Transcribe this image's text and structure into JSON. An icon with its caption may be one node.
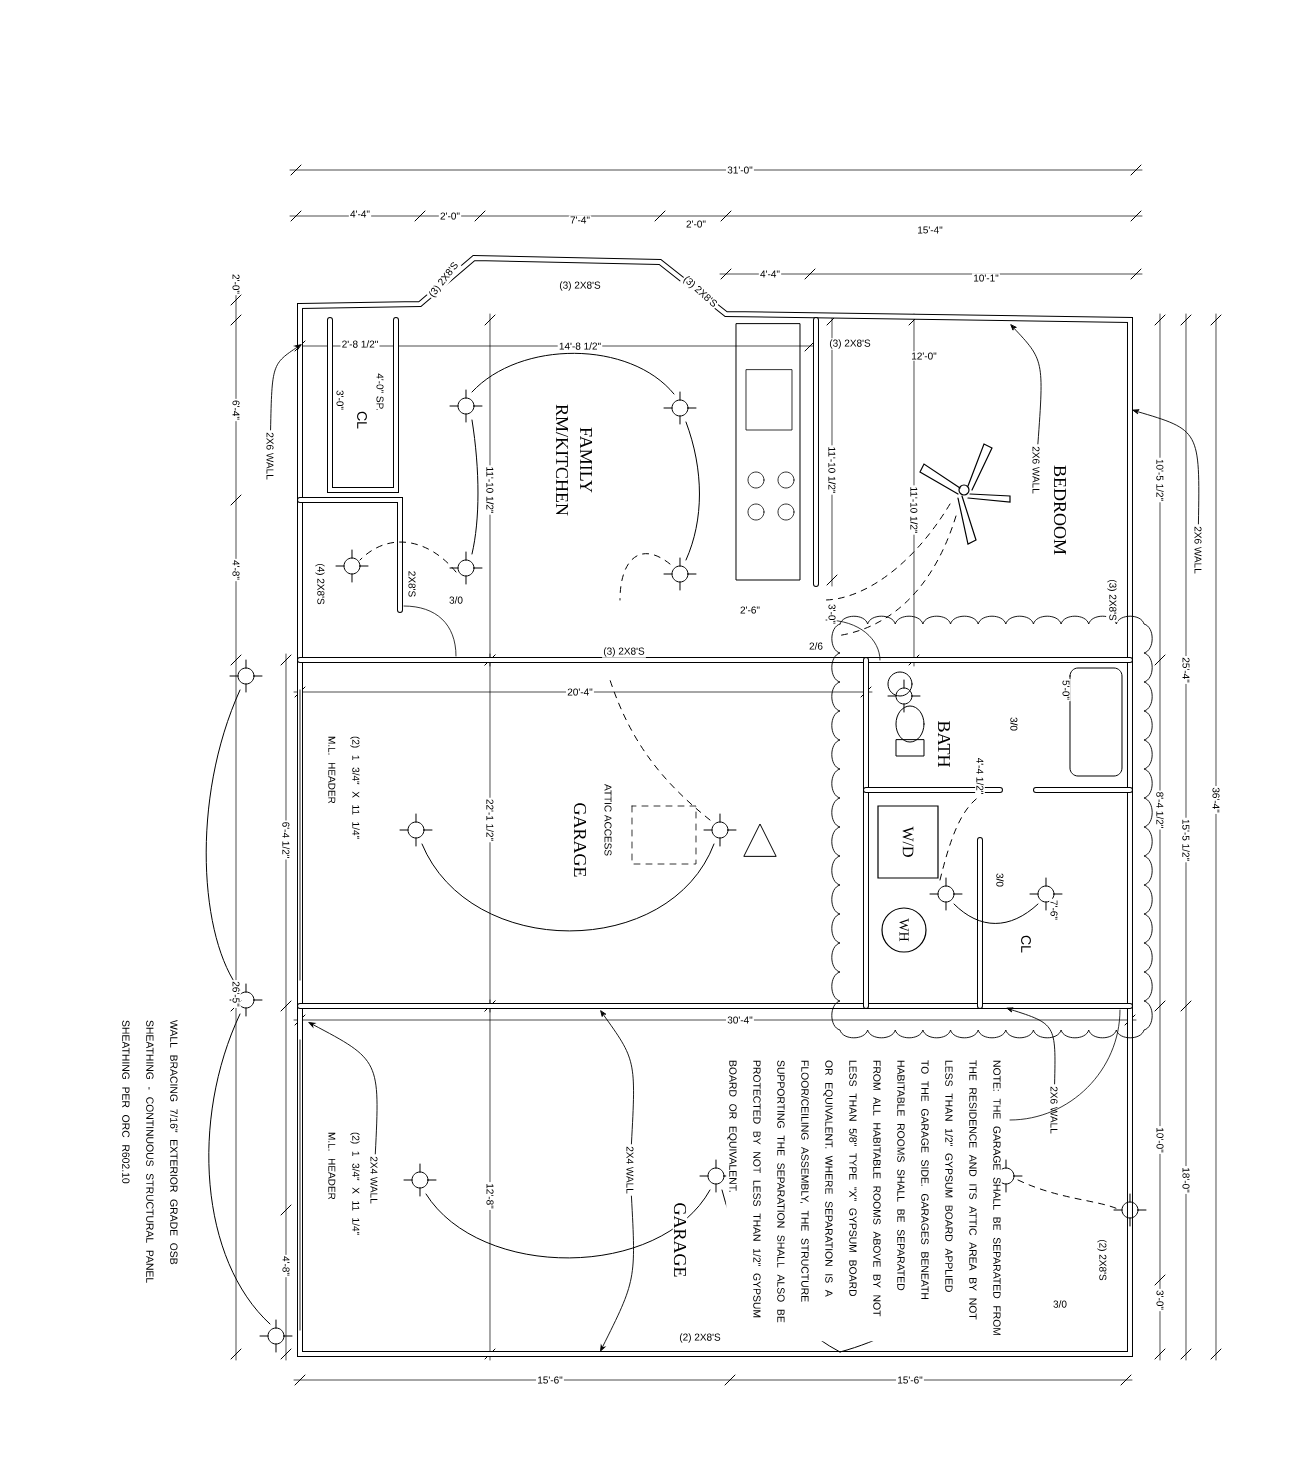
{
  "diagram": {
    "nodes": [
      {
        "text": [
          "W/D"
        ]
      },
      {
        "text": [
          "WH"
        ]
      },
      {
        "text": [
          "2X6 WALL"
        ]
      },
      {
        "text": [
          "2X6 WALL"
        ]
      },
      {
        "text": [
          "2X6 WALL"
        ]
      },
      {
        "text": [
          "2X6 WALL"
        ]
      },
      {
        "text": [
          "2X4 WALL"
        ]
      },
      {
        "text": [
          "2X4 WALL"
        ]
      }
    ],
    "edges": [
      {
        "from": 2,
        "to": null,
        "arrow": "to"
      },
      {
        "from": 3,
        "to": null,
        "arrow": "to"
      },
      {
        "from": 4,
        "to": null,
        "arrow": "to"
      },
      {
        "from": 5,
        "to": null,
        "arrow": "to"
      },
      {
        "from": 6,
        "to": null,
        "arrow": "to"
      },
      {
        "from": 7,
        "to": null,
        "arrow": "to"
      },
      {
        "from": 7,
        "to": null,
        "arrow": "to"
      }
    ],
    "labels": [
      "31'-0\"",
      "4'-4\"",
      "2'-0\"",
      "7'-4\"",
      "2'-0\"",
      "15'-4\"",
      "4'-4\"",
      "10'-1\"",
      "2'-0\"",
      "6'-4\"",
      "4'-8\"",
      "2'-8 1/2\"",
      "3'-0\"",
      "CL",
      "4'-0\" SP.",
      "(3) 2X8'S",
      "(3) 2X8'S",
      "(3) 2X8'S",
      "14'-8 1/2\"",
      "FAMILY RM/KITCHEN",
      "11'-10 1/2\"",
      "(4) 2X8'S",
      "2X8'S",
      "3/0",
      "(3) 2X8'S",
      "11'-10 1/2\"",
      "2'-6\"",
      "3'-0\"",
      "2/6",
      "(3) 2X8'S",
      "12'-0\"",
      "11'-10 1/2\"",
      "BEDROOM",
      "(3) 2X8'S",
      "10'-5 1/2\"",
      "25'-4\"",
      "36'-4\"",
      "15'-5 1/2\"",
      "20'-4\"",
      "(2) 1 3/4\" X 11 1/4\" M.L. HEADER",
      "22'-1 1/2\"",
      "ATTIC ACCESS",
      "GARAGE",
      "6'-4 1/2\"",
      "BATH",
      "3/0",
      "5'-0\"",
      "4'-4 1/2\"",
      "8'-4 1/2\"",
      "3/0",
      "7'-6\"",
      "CL",
      "26'-5\"",
      "30'-4\"",
      "NOTE: THE GARAGE SHALL BE SEPARATED FROM THE RESIDENCE AND ITS ATTIC AREA BY NOT LESS THAN 1/2\" GYPSUM BOARD APPLIED TO THE GARAGE SIDE. GARAGES BENEATH HABITABLE ROOMS SHALL BE SEPARATED FROM ALL HABITABLE ROOMS ABOVE BY NOT LESS THAN 5/8\" TYPE \"X\" GYPSUM BOARD OR EQUIVALENT. WHERE SEPARATION IS A FLOOR/CEILING ASSEMBLY, THE STRUCTURE SUPPORTING THE SEPARATION SHALL ALSO BE PROTECTED BY NOT LESS THAN 1/2\" GYPSUM BOARD OR EQUIVALENT.",
      "(2) 1 3/4\" X 11 1/4\" M.L. HEADER",
      "12'-8\"",
      "GARAGE",
      "10'-0\"",
      "18'-0\"",
      "(2) 2X8'S",
      "3/0",
      "3'-0\"",
      "(2) 2X8'S",
      "4'-8\"",
      "15'-6\"",
      "15'-6\"",
      "WALL BRACING 7/16\" EXTERIOR GRADE OSB SHEATHING - CONTINUOUS STRUCTURAL PANEL SHEATHING PER ORC R602.10"
    ]
  }
}
